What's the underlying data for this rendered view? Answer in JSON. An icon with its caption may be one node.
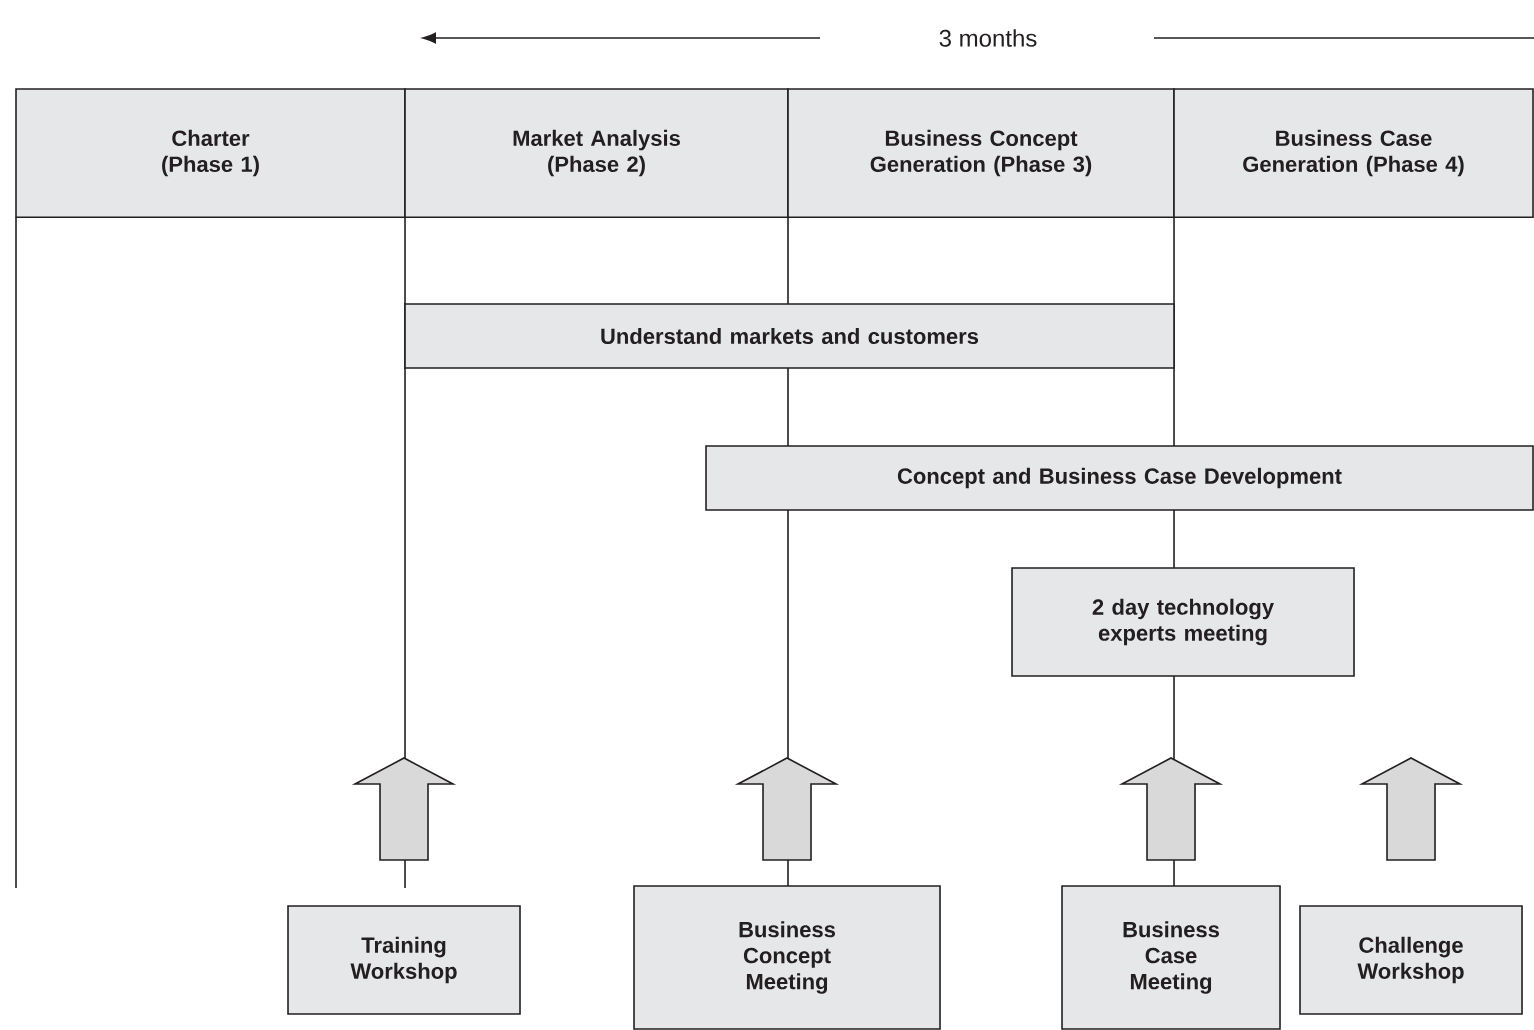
{
  "diagram": {
    "nodes": [
      {
        "text": [
          "Charter (Phase 1)"
        ]
      },
      {
        "text": [
          "Market Analysis (Phase 2)"
        ]
      },
      {
        "text": [
          "Business Concept Generation (Phase 3)"
        ]
      },
      {
        "text": [
          "Business Case Generation (Phase 4)"
        ]
      },
      {
        "text": [
          "Understand markets and customers"
        ]
      },
      {
        "text": [
          "Concept and Business Case Development"
        ]
      },
      {
        "text": [
          "2 day technology experts meeting"
        ]
      },
      {
        "text": [
          "Training Workshop"
        ]
      },
      {
        "text": [
          "Business Concept Meeting"
        ]
      },
      {
        "text": [
          "Business Case Meeting"
        ]
      },
      {
        "text": [
          "Challenge Workshop"
        ]
      }
    ],
    "edges": [
      {
        "from": 7,
        "to": null,
        "arrow": "to"
      },
      {
        "from": 8,
        "to": null,
        "arrow": "to"
      },
      {
        "from": 9,
        "to": null,
        "arrow": "to"
      },
      {
        "from": 10,
        "to": null,
        "arrow": "to"
      }
    ],
    "labels": [
      "3 months"
    ]
  }
}
